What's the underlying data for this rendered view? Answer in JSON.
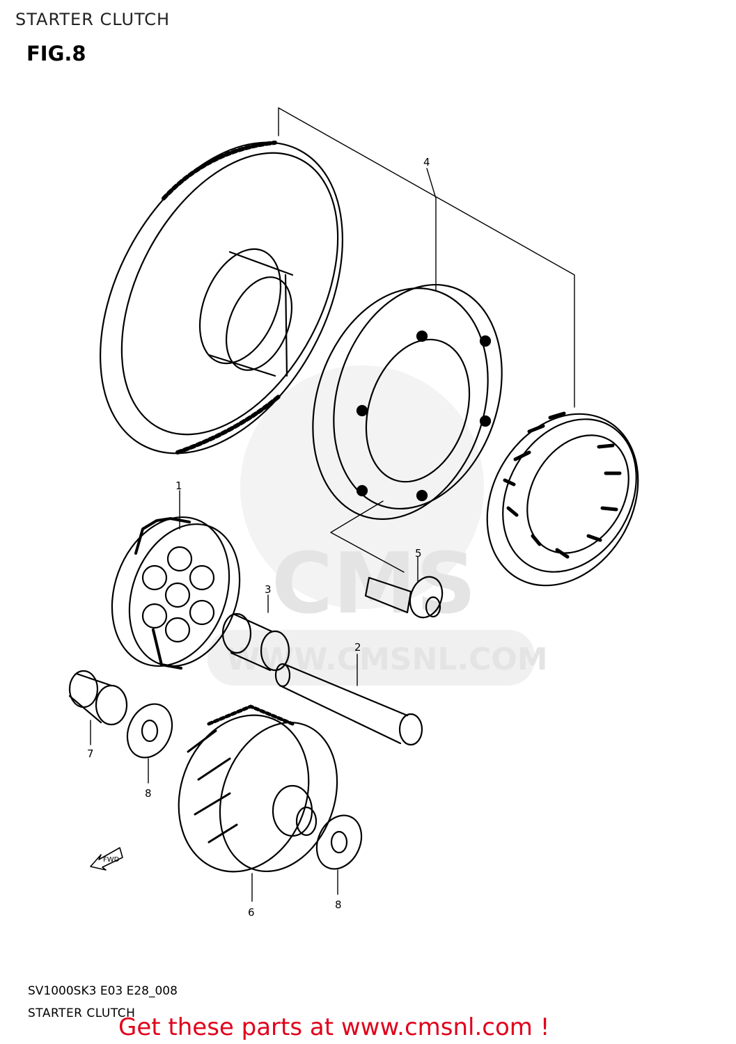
{
  "header": {
    "title": "STARTER CLUTCH",
    "figure": "FIG.8"
  },
  "watermark": {
    "logo_text": "CMS",
    "url_text": "WWW.CMSNL.COM"
  },
  "callouts": [
    {
      "id": "1",
      "text": "1"
    },
    {
      "id": "2",
      "text": "2"
    },
    {
      "id": "3",
      "text": "3"
    },
    {
      "id": "4",
      "text": "4"
    },
    {
      "id": "5",
      "text": "5"
    },
    {
      "id": "6",
      "text": "6"
    },
    {
      "id": "7",
      "text": "7"
    },
    {
      "id": "8a",
      "text": "8"
    },
    {
      "id": "8b",
      "text": "8"
    }
  ],
  "direction_arrow": {
    "text": "FWD"
  },
  "footer": {
    "model_code": "SV1000SK3 E03 E28_008",
    "title": "STARTER CLUTCH",
    "cta": "Get these parts at www.cmsnl.com !"
  },
  "colors": {
    "line": "#000000",
    "watermark": "#e4e4e4",
    "cta": "#e0001a"
  }
}
